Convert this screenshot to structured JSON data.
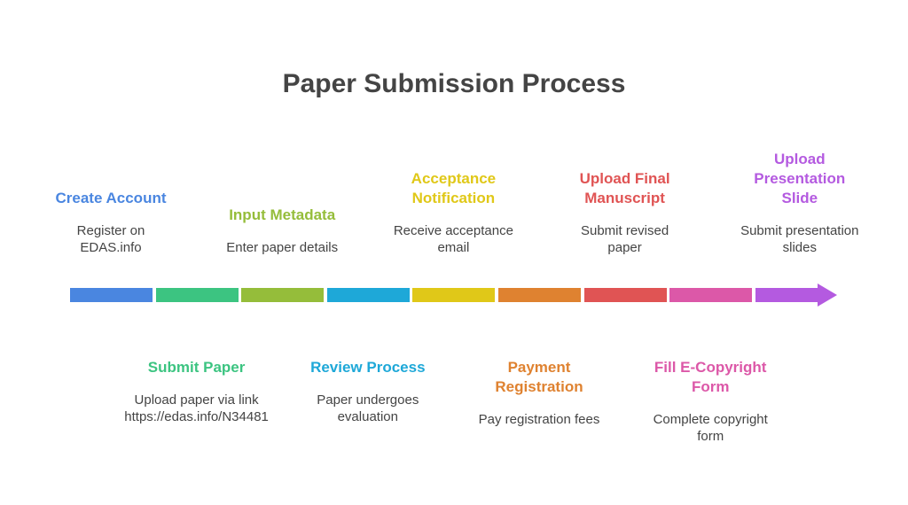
{
  "title": "Paper Submission Process",
  "steps": [
    {
      "title": "Create Account",
      "desc": "Register on\nEDAS.info",
      "color": "#4a86e0",
      "position": "top"
    },
    {
      "title": "Submit Paper",
      "desc": "Upload paper via link\nhttps://edas.info/N34481",
      "color": "#3cc481",
      "position": "bottom"
    },
    {
      "title": "Input Metadata",
      "desc": "Enter paper details",
      "color": "#95bd3a",
      "position": "top"
    },
    {
      "title": "Review Process",
      "desc": "Paper undergoes\nevaluation",
      "color": "#1ea8d8",
      "position": "bottom"
    },
    {
      "title": "Acceptance\nNotification",
      "desc": "Receive acceptance\nemail",
      "color": "#e0c818",
      "position": "top"
    },
    {
      "title": "Payment\nRegistration",
      "desc": "Pay registration fees",
      "color": "#df8230",
      "position": "bottom"
    },
    {
      "title": "Upload Final\nManuscript",
      "desc": "Submit revised\npaper",
      "color": "#e05454",
      "position": "top"
    },
    {
      "title": "Fill E-Copyright\nForm",
      "desc": "Complete copyright\nform",
      "color": "#dc58a8",
      "position": "bottom"
    },
    {
      "title": "Upload\nPresentation\nSlide",
      "desc": "Submit presentation\nslides",
      "color": "#b45ae0",
      "position": "top"
    }
  ]
}
